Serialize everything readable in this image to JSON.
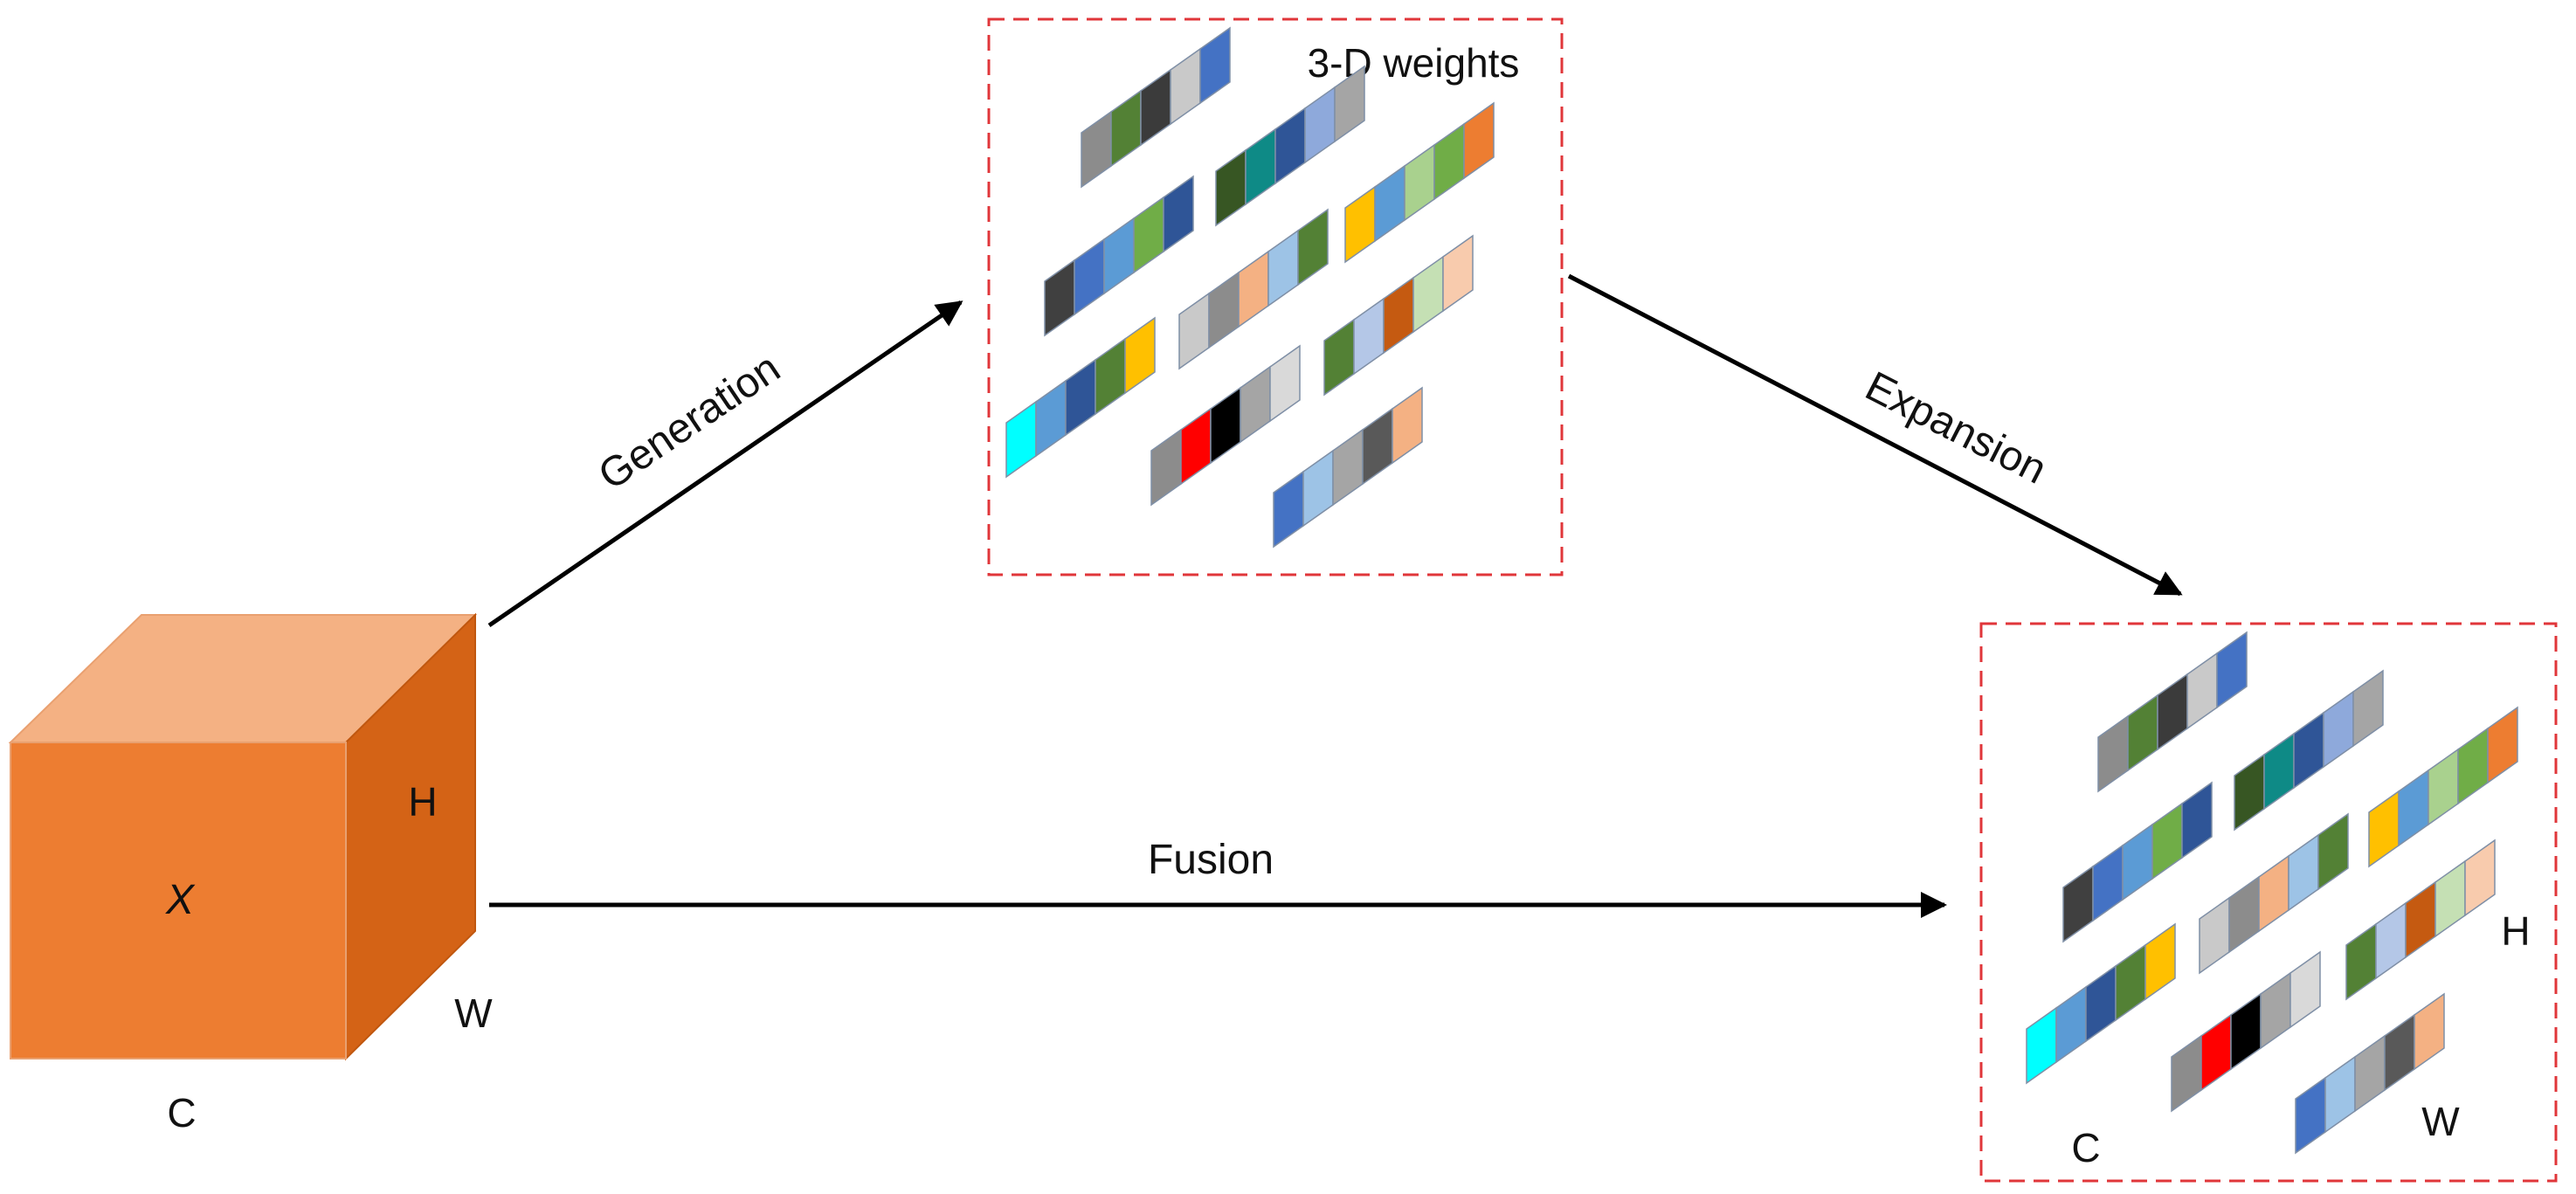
{
  "colors": {
    "cube_front": "#ED7D31",
    "cube_top": "#F4B183",
    "cube_side": "#D46316",
    "frame": "#E0363A",
    "arrow": "#000000"
  },
  "cube": {
    "label_x": "X",
    "label_h": "H",
    "label_w": "W",
    "label_c": "C"
  },
  "arrows": {
    "generation": "Generation",
    "expansion": "Expansion",
    "fusion": "Fusion"
  },
  "weights_panel": {
    "title": "3-D weights"
  },
  "expanded_panel": {
    "label_h": "H",
    "label_w": "W",
    "label_c": "C"
  },
  "strips": [
    [
      "#8C8C8C",
      "#538135",
      "#3B3B3B",
      "#C9C9C9",
      "#4472C4"
    ],
    [
      "#375623",
      "#0E8A86",
      "#2F5597",
      "#8EA9DB",
      "#A5A5A5"
    ],
    [
      "#404040",
      "#4472C4",
      "#5B9BD5",
      "#70AD47",
      "#2F5597"
    ],
    [
      "#FFC000",
      "#5B9BD5",
      "#A9D18E",
      "#70AD47",
      "#ED7D31"
    ],
    [
      "#C9C9C9",
      "#8C8C8C",
      "#F4B183",
      "#9DC3E6",
      "#538135"
    ],
    [
      "#538135",
      "#B4C7E7",
      "#C55A11",
      "#C5E0B4",
      "#F8CBAD"
    ],
    [
      "#00FFFF",
      "#5B9BD5",
      "#2F5597",
      "#538135",
      "#FFC000"
    ],
    [
      "#8C8C8C",
      "#FF0000",
      "#000000",
      "#A5A5A5",
      "#D9D9D9"
    ],
    [
      "#4472C4",
      "#9DC3E6",
      "#A5A5A5",
      "#595959",
      "#F4B183"
    ]
  ]
}
